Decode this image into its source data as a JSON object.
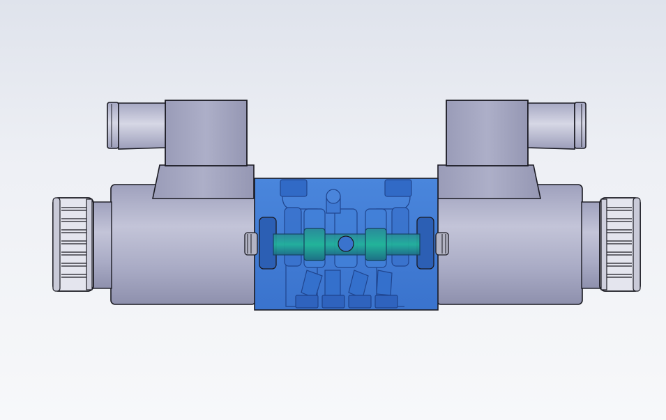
{
  "scene": {
    "kind": "3d-cad-viewport",
    "model": "solenoid-directional-control-valve",
    "view": "front-orthographic",
    "components": [
      "solenoid-coil-left",
      "solenoid-coil-right",
      "connector-plug-left",
      "connector-plug-right",
      "manual-override-knob-left",
      "manual-override-knob-right",
      "valve-body-transparent",
      "spool",
      "flow-channels"
    ],
    "colors": {
      "background_top": "#dfe3ec",
      "background_bottom": "#f7f8fa",
      "metal": "#a4a6c2",
      "metal_light": "#c8c9dc",
      "outline": "#1a1a22",
      "body_transparent": "#3b78d4",
      "body_channels": "#2a5fb8",
      "spool_teal": "#1f8f8a"
    }
  }
}
